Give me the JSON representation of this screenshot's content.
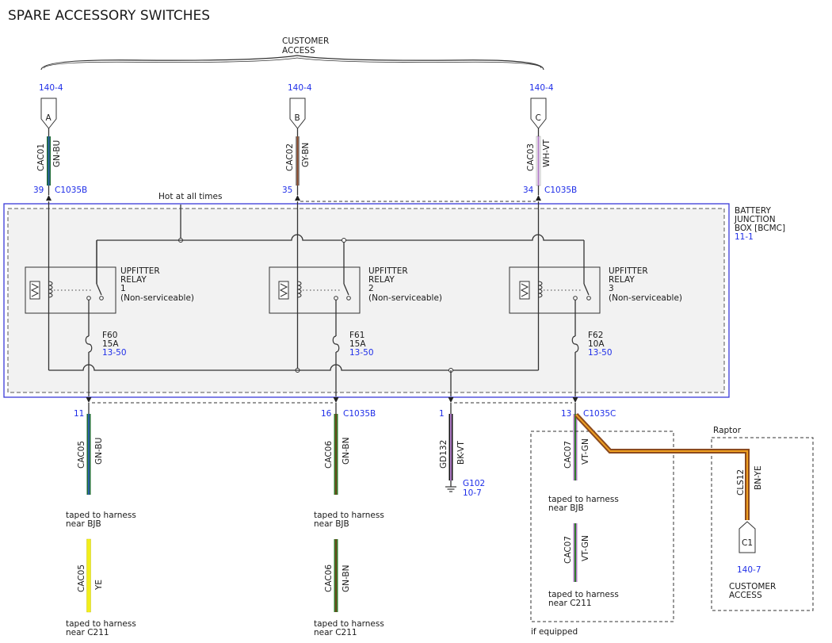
{
  "diagram": {
    "title": "SPARE ACCESSORY SWITCHES",
    "customer_access_top": [
      "CUSTOMER",
      "ACCESS"
    ],
    "connectors_top": [
      {
        "page_ref": "140-4",
        "letter": "A",
        "circuit": "CAC01",
        "color": "GN-BU",
        "pin": "39",
        "connector": "C1035B",
        "wire_colors": [
          "#1d6b34",
          "#2c5ea8"
        ]
      },
      {
        "page_ref": "140-4",
        "letter": "B",
        "circuit": "CAC02",
        "color": "GY-BN",
        "pin": "35",
        "connector": "",
        "wire_colors": [
          "#8a8a8a",
          "#8b4a2b"
        ]
      },
      {
        "page_ref": "140-4",
        "letter": "C",
        "circuit": "CAC03",
        "color": "WH-VT",
        "pin": "34",
        "connector": "C1035B",
        "wire_colors": [
          "#ffffff",
          "#b07cc6"
        ]
      }
    ],
    "hot_label": "Hot at all times",
    "bjb": {
      "lines": [
        "BATTERY",
        "JUNCTION",
        "BOX [BCMC]"
      ],
      "ref": "11-1"
    },
    "relays": [
      {
        "lines": [
          "UPFITTER",
          "RELAY",
          "1",
          "(Non-serviceable)"
        ]
      },
      {
        "lines": [
          "UPFITTER",
          "RELAY",
          "2",
          "(Non-serviceable)"
        ]
      },
      {
        "lines": [
          "UPFITTER",
          "RELAY",
          "3",
          "(Non-serviceable)"
        ]
      }
    ],
    "fuses": [
      {
        "name": "F60",
        "amps": "15A",
        "ref": "13-50"
      },
      {
        "name": "F61",
        "amps": "15A",
        "ref": "13-50"
      },
      {
        "name": "F62",
        "amps": "10A",
        "ref": "13-50"
      }
    ],
    "outputs": [
      {
        "pin": "11",
        "connector": "",
        "circuit": "CAC05",
        "color": "GN-BU",
        "wire_colors": [
          "#1d6b34",
          "#2c5ea8"
        ],
        "note": [
          "taped to harness",
          "near BJB"
        ]
      },
      {
        "pin": "16",
        "connector": "C1035B",
        "circuit": "CAC06",
        "color": "GN-BN",
        "wire_colors": [
          "#2f7d2a",
          "#6b4a1e"
        ],
        "note": [
          "taped to harness",
          "near BJB"
        ]
      },
      {
        "pin": "1",
        "connector": "",
        "circuit": "GD132",
        "color": "BK-VT",
        "wire_colors": [
          "#111111",
          "#b07cc6"
        ],
        "note": []
      },
      {
        "pin": "13",
        "connector": "C1035C",
        "circuit": "CAC07",
        "color": "VT-GN",
        "wire_colors": [
          "#b07cc6",
          "#2f7d2a"
        ],
        "note": [
          "taped to harness",
          "near BJB"
        ]
      }
    ],
    "ground": {
      "name": "G102",
      "ref": "10-7"
    },
    "lower_wires": [
      {
        "circuit": "CAC05",
        "color": "YE",
        "wire_colors": [
          "#f2ee1a",
          "#f2ee1a"
        ],
        "note": [
          "taped to harness",
          "near C211"
        ]
      },
      {
        "circuit": "CAC06",
        "color": "GN-BN",
        "wire_colors": [
          "#2f7d2a",
          "#6b4a1e"
        ],
        "note": [
          "taped to harness",
          "near C211"
        ]
      },
      {
        "circuit": "CAC07",
        "color": "VT-GN",
        "wire_colors": [
          "#b07cc6",
          "#2f7d2a"
        ],
        "note": [
          "taped to harness",
          "near C211"
        ]
      }
    ],
    "if_equipped": "if equipped",
    "raptor": {
      "label": "Raptor",
      "circuit": "CLS12",
      "color": "BN-YE",
      "wire_colors": [
        "#8b4a1e",
        "#f0a020"
      ],
      "connector": "C1",
      "page_ref": "140-7",
      "access": [
        "CUSTOMER",
        "ACCESS"
      ]
    }
  }
}
